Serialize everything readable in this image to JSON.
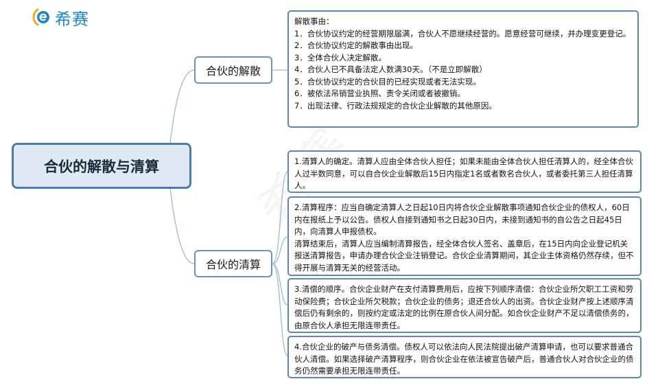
{
  "brand": {
    "name": "希赛",
    "accent": "#1e88c8",
    "logo_icon": "e-circle-logo-icon"
  },
  "root": {
    "label": "合伙的解散与清算"
  },
  "branches": [
    {
      "label": "合伙的解散",
      "notes": [
        {
          "lines": [
            "解散事由：",
            "1．合伙协议约定的经营期限届满，合伙人不愿继续经营的。愿意经营可继续，并办理变更登记。",
            "2．合伙协议约定的解散事由出现。",
            "3．全体合伙人决定解散。",
            "4．合伙人已不具备法定人数满30天。（不是立即解散）",
            "5．合伙协议约定的合伙目的已经实现或者无法实现。",
            "6．被依法吊销营业执照、责令关闭或者被撤销。",
            "7．出现法律、行政法规规定的合伙企业解散的其他原因。"
          ]
        }
      ]
    },
    {
      "label": "合伙的清算",
      "notes": [
        {
          "lines": [
            "1.清算人的确定。清算人应由全体合伙人担任；如果未能由全体合伙人担任清算人的，经全体合伙人过半数同意，可以自合伙企业解散后15日内指定1名或者数名合伙人，或者委托第三人担任清算人。"
          ]
        },
        {
          "lines": [
            "2.清算程序：应当自确定清算人之日起10日内将合伙企业解散事项通知合伙企业的债权人，60日内在报纸上予以公告。债权人自接到通知书之日起30日内，未接到通知书的自公告之日起45日内，向清算人申报债权。",
            "清算结束后，清算人应当编制清算报告，经全体合伙人签名、盖章后，在15日内向企业登记机关报送清算报告，申请办理合伙企业注销登记。合伙企业清算期间，其企业主体资格仍然存续，但不得开展与清算无关的经营活动。"
          ]
        },
        {
          "lines": [
            "3.清偿的顺序。合伙企业财产在支付清算费用后，应按下列顺序清偿：合伙企业所欠职工工资和劳动保险费；合伙企业所欠税款；合伙企业的债务；退还合伙人的出资。合伙企业财产按上述顺序清偿后仍有剩余的，则按约定或法定的比例在原合伙人间分配。如合伙企业财产不足以清偿债务的，由原合伙人承担无限连带责任。"
          ]
        },
        {
          "lines": [
            "4.合伙企业的破产与债务清偿。债权人可以依法向人民法院提出破产清算申请，也可以要求普通合伙人清偿。如果选择破产清算程序，则合伙企业在依法被宣告破产后，普通合伙人对合伙企业的债务仍然需要承担无限连带责任。"
          ]
        }
      ]
    }
  ]
}
